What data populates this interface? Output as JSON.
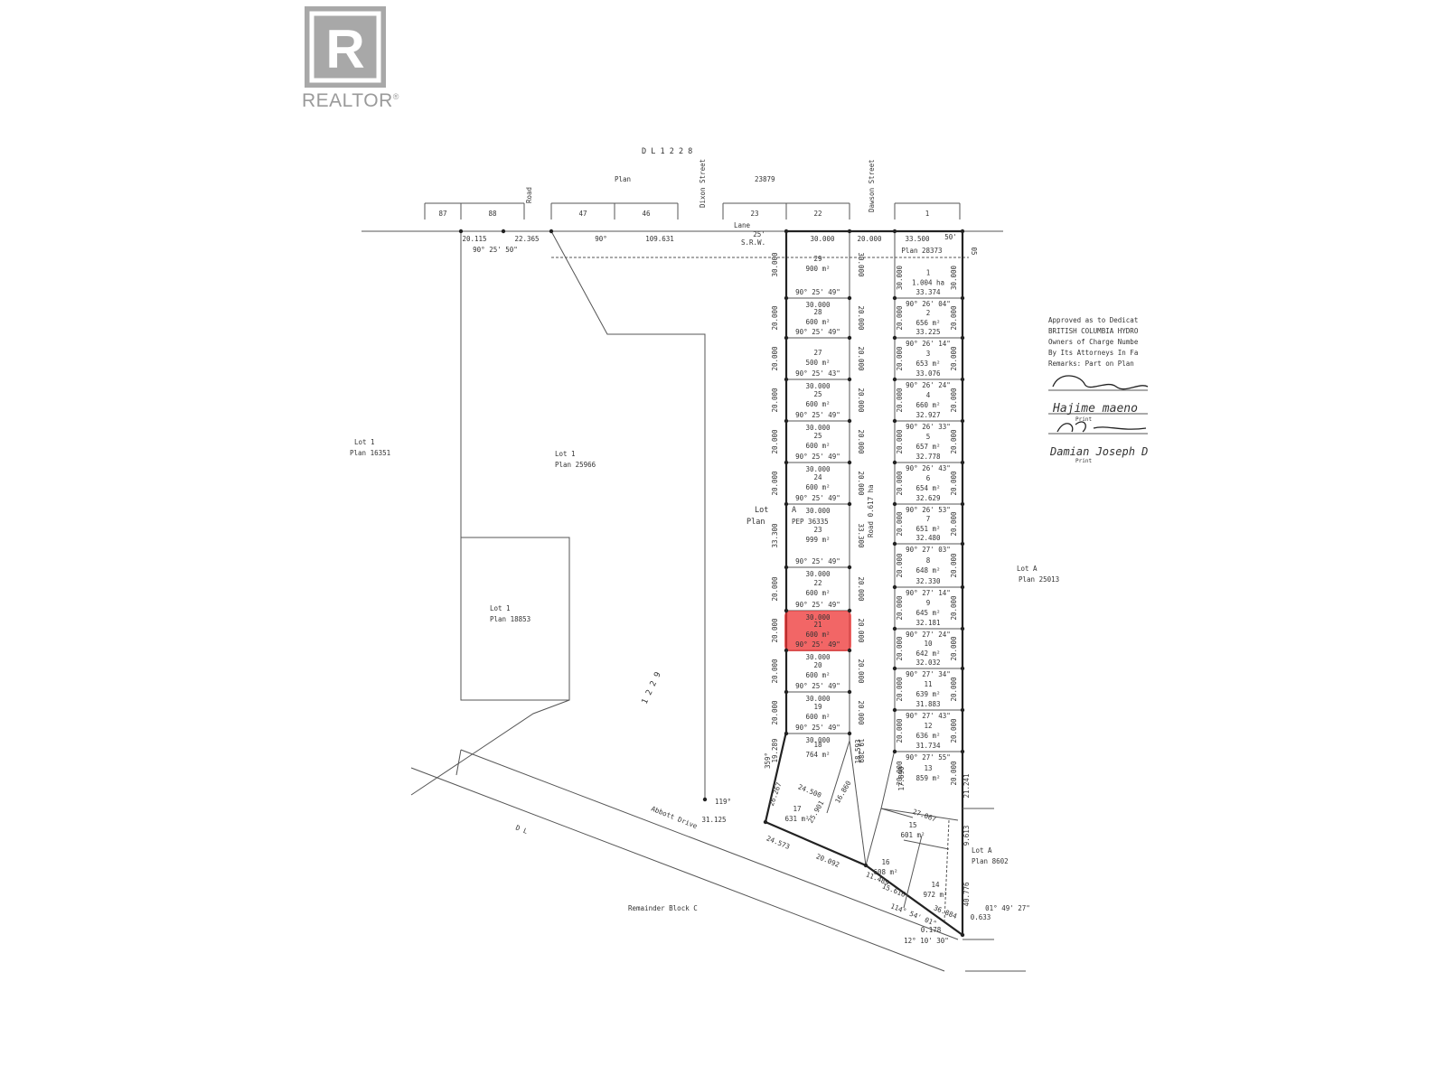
{
  "brand": {
    "logo_letter": "R",
    "name": "REALTOR",
    "reg_mark": "®"
  },
  "colors": {
    "ink": "#333333",
    "line": "#555555",
    "highlight": "#ee3333",
    "logo_grey": "#a8a8a8"
  },
  "header": {
    "dl_1228": "D L   1 2 2 8",
    "plan_23879": [
      "Plan",
      "23879"
    ],
    "dixon_street": "Dixon Street",
    "dawson_street": "Dawson Street",
    "road_top": "Road",
    "lane": "Lane",
    "srw": "S.R.W.",
    "top_lots": [
      "87",
      "88",
      "47",
      "46",
      "23",
      "22",
      "1"
    ]
  },
  "labels": {
    "lot1_plan16351": [
      "Lot 1",
      "Plan 16351"
    ],
    "lot1_plan25966": [
      "Lot 1",
      "Plan 25966"
    ],
    "lot1_plan18853": [
      "Lot 1",
      "Plan 18853"
    ],
    "dl_1229": "1 2 2 9",
    "lot_a_plan25013": [
      "Lot A",
      "Plan 25013"
    ],
    "lot_a_plan8602": [
      "Lot A",
      "Plan 8602"
    ],
    "abbott_drive": "Abbott Drive",
    "dl_bottom": "D  L",
    "remainder_block": "Remainder Block C",
    "road_middle": "Road   0.617 ha",
    "lot_plan_a": [
      "Lot",
      "Plan",
      "A",
      "PEP 36335"
    ]
  },
  "top_dimensions": [
    "20.115",
    "22.365",
    "90° 25' 50\"",
    "90°",
    "109.631",
    "25'",
    "30.000",
    "20.000",
    "33.500",
    "50'",
    "Plan 28373",
    "05"
  ],
  "west_lots": [
    {
      "num": "29",
      "area": "900 m²",
      "top": "",
      "side": "30.000",
      "bearing": "90° 25' 49\""
    },
    {
      "num": "28",
      "area": "600 m²",
      "top": "30.000",
      "side": "20.000",
      "bearing": "90° 25' 49\""
    },
    {
      "num": "27",
      "area": "500 m²",
      "top": "",
      "side": "20.000",
      "bearing": "90° 25' 43\""
    },
    {
      "num": "25",
      "area": "600 m²",
      "top": "30.000",
      "side": "20.000",
      "bearing": "90° 25' 49\""
    },
    {
      "num": "25",
      "area": "600 m²",
      "top": "30.000",
      "side": "20.000",
      "bearing": "90° 25' 49\""
    },
    {
      "num": "24",
      "area": "600 m²",
      "top": "30.000",
      "side": "20.000",
      "bearing": "90° 25' 49\""
    },
    {
      "num": "23",
      "area": "999 m²",
      "top": "30.000",
      "side": "33.300",
      "bearing": "90° 25' 49\""
    },
    {
      "num": "22",
      "area": "600 m²",
      "top": "30.000",
      "side": "20.000",
      "bearing": "90° 25' 49\""
    },
    {
      "num": "21",
      "area": "600 m²",
      "top": "30.000",
      "side": "20.000",
      "bearing": "90° 25' 49\""
    },
    {
      "num": "20",
      "area": "600 m²",
      "top": "30.000",
      "side": "20.000",
      "bearing": "90° 25' 49\""
    },
    {
      "num": "19",
      "area": "600 m²",
      "top": "30.000",
      "side": "20.000",
      "bearing": "90° 25' 49\""
    },
    {
      "num": "18",
      "area": "764 m²",
      "top": "30.000",
      "side": "19.289",
      "bearing": ""
    }
  ],
  "east_lots": [
    {
      "num": "1",
      "area": "1.004 ha",
      "dist": "33.374",
      "bearing": ""
    },
    {
      "num": "2",
      "area": "656 m²",
      "dist": "33.225",
      "bearing": "90° 26' 04\""
    },
    {
      "num": "3",
      "area": "653 m²",
      "dist": "33.076",
      "bearing": "90° 26' 14\""
    },
    {
      "num": "4",
      "area": "660 m²",
      "dist": "32.927",
      "bearing": "90° 26' 24\""
    },
    {
      "num": "5",
      "area": "657 m²",
      "dist": "32.778",
      "bearing": "90° 26' 33\""
    },
    {
      "num": "6",
      "area": "654 m²",
      "dist": "32.629",
      "bearing": "90° 26' 43\""
    },
    {
      "num": "7",
      "area": "651 m²",
      "dist": "32.480",
      "bearing": "90° 26' 53\""
    },
    {
      "num": "8",
      "area": "648 m²",
      "dist": "32.330",
      "bearing": "90° 27' 03\""
    },
    {
      "num": "9",
      "area": "645 m²",
      "dist": "32.181",
      "bearing": "90° 27' 14\""
    },
    {
      "num": "10",
      "area": "642 m²",
      "dist": "32.032",
      "bearing": "90° 27' 24\""
    },
    {
      "num": "11",
      "area": "639 m²",
      "dist": "31.883",
      "bearing": "90° 27' 34\""
    },
    {
      "num": "12",
      "area": "636 m²",
      "dist": "31.734",
      "bearing": "90° 27' 43\""
    },
    {
      "num": "13",
      "area": "859 m²",
      "dist": "",
      "bearing": "90° 27' 55\""
    }
  ],
  "south_lots": [
    {
      "num": "17",
      "area": "631 m²"
    },
    {
      "num": "16",
      "area": "608 m²"
    },
    {
      "num": "15",
      "area": "601 m²"
    },
    {
      "num": "14",
      "area": "972 m²"
    }
  ],
  "south_dimensions": [
    "119°",
    "31.125",
    "24.573",
    "20.092",
    "11.489",
    "15.616",
    "36.884",
    "114° 54' 01\"",
    "0.178",
    "12° 10' 30\"",
    "01° 49' 27\"",
    "0.633",
    "26.267",
    "24.500",
    "16.860",
    "25.901",
    "21.241",
    "9.613",
    "40.776",
    "359°",
    "18.593",
    "17.890",
    "27.067"
  ],
  "approval": {
    "lines": [
      "Approved as to Dedicat",
      "BRITISH COLUMBIA HYDRO",
      "Owners of Charge Numbe",
      "By Its Attorneys In Fa",
      "Remarks: Part on Plan"
    ],
    "name1": "Hajime maeno",
    "print1": "Print",
    "name2": "Damian Joseph D",
    "print2": "Print"
  }
}
